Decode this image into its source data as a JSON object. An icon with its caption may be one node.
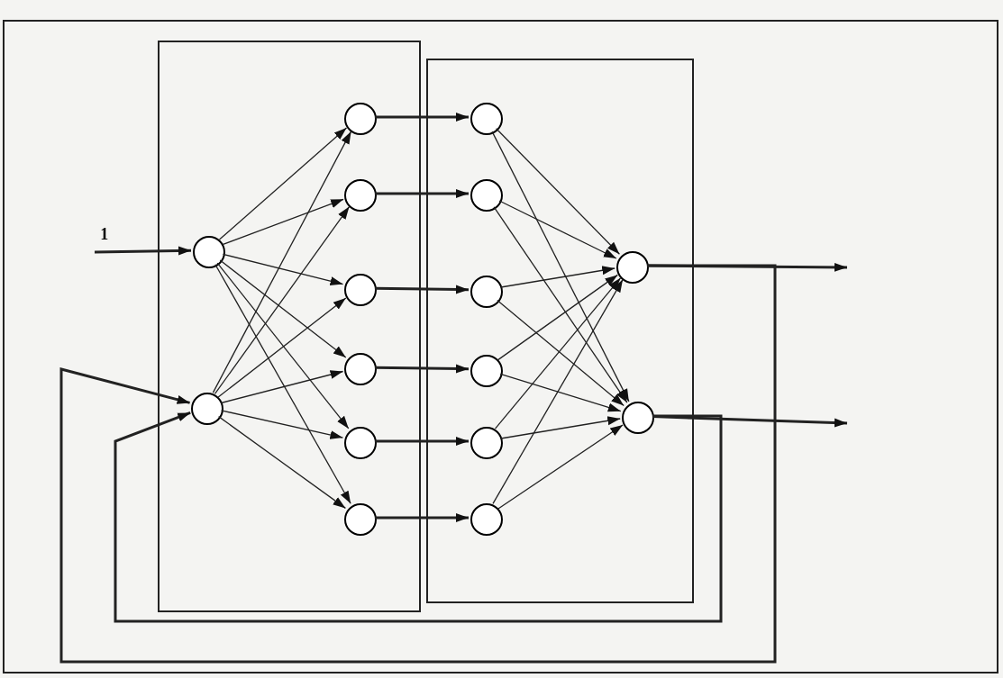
{
  "diagram": {
    "nodes": [
      {
        "text": [],
        "shape": "box"
      },
      {
        "text": [],
        "shape": "circle",
        "in": 0
      },
      {
        "text": [],
        "shape": "circle",
        "in": 0
      },
      {
        "text": [],
        "shape": "circle",
        "in": 0
      },
      {
        "text": [],
        "shape": "circle",
        "in": 0
      },
      {
        "text": [],
        "shape": "circle",
        "in": 0
      },
      {
        "text": [],
        "shape": "circle",
        "in": 0
      },
      {
        "text": [],
        "shape": "circle",
        "in": 0
      },
      {
        "text": [],
        "shape": "circle",
        "in": 0
      },
      {
        "text": [],
        "shape": "box"
      },
      {
        "text": [],
        "shape": "circle",
        "in": 9
      },
      {
        "text": [],
        "shape": "circle",
        "in": 9
      },
      {
        "text": [],
        "shape": "circle",
        "in": 9
      },
      {
        "text": [],
        "shape": "circle",
        "in": 9
      },
      {
        "text": [],
        "shape": "circle",
        "in": 9
      },
      {
        "text": [],
        "shape": "circle",
        "in": 9
      },
      {
        "text": [],
        "shape": "circle",
        "in": 9
      },
      {
        "text": [],
        "shape": "circle",
        "in": 9
      }
    ],
    "edges": [
      {
        "from": null,
        "to": 1,
        "arrow": "to",
        "label": "1",
        "style": "thick"
      },
      {
        "from": 1,
        "to": 3,
        "arrow": "to"
      },
      {
        "from": 1,
        "to": 4,
        "arrow": "to"
      },
      {
        "from": 1,
        "to": 5,
        "arrow": "to"
      },
      {
        "from": 1,
        "to": 6,
        "arrow": "to"
      },
      {
        "from": 1,
        "to": 7,
        "arrow": "to"
      },
      {
        "from": 1,
        "to": 8,
        "arrow": "to"
      },
      {
        "from": 2,
        "to": 3,
        "arrow": "to"
      },
      {
        "from": 2,
        "to": 4,
        "arrow": "to"
      },
      {
        "from": 2,
        "to": 5,
        "arrow": "to"
      },
      {
        "from": 2,
        "to": 6,
        "arrow": "to"
      },
      {
        "from": 2,
        "to": 7,
        "arrow": "to"
      },
      {
        "from": 2,
        "to": 8,
        "arrow": "to"
      },
      {
        "from": 3,
        "to": 10,
        "arrow": "to",
        "style": "thick"
      },
      {
        "from": 4,
        "to": 11,
        "arrow": "to",
        "style": "thick"
      },
      {
        "from": 5,
        "to": 12,
        "arrow": "to",
        "style": "thick"
      },
      {
        "from": 6,
        "to": 13,
        "arrow": "to",
        "style": "thick"
      },
      {
        "from": 7,
        "to": 14,
        "arrow": "to",
        "style": "thick"
      },
      {
        "from": 8,
        "to": 15,
        "arrow": "to",
        "style": "thick"
      },
      {
        "from": 10,
        "to": 16,
        "arrow": "to"
      },
      {
        "from": 10,
        "to": 17,
        "arrow": "to"
      },
      {
        "from": 11,
        "to": 16,
        "arrow": "to"
      },
      {
        "from": 11,
        "to": 17,
        "arrow": "to"
      },
      {
        "from": 12,
        "to": 16,
        "arrow": "to"
      },
      {
        "from": 12,
        "to": 17,
        "arrow": "to"
      },
      {
        "from": 13,
        "to": 16,
        "arrow": "to"
      },
      {
        "from": 13,
        "to": 17,
        "arrow": "to"
      },
      {
        "from": 14,
        "to": 16,
        "arrow": "to"
      },
      {
        "from": 14,
        "to": 17,
        "arrow": "to"
      },
      {
        "from": 15,
        "to": 16,
        "arrow": "to"
      },
      {
        "from": 15,
        "to": 17,
        "arrow": "to"
      },
      {
        "from": 16,
        "to": null,
        "arrow": "to",
        "style": "thick"
      },
      {
        "from": 17,
        "to": null,
        "arrow": "to",
        "style": "thick"
      },
      {
        "from": 16,
        "to": 2,
        "arrow": "to",
        "style": "thick"
      },
      {
        "from": 17,
        "to": 2,
        "arrow": "to",
        "style": "thick"
      }
    ]
  }
}
